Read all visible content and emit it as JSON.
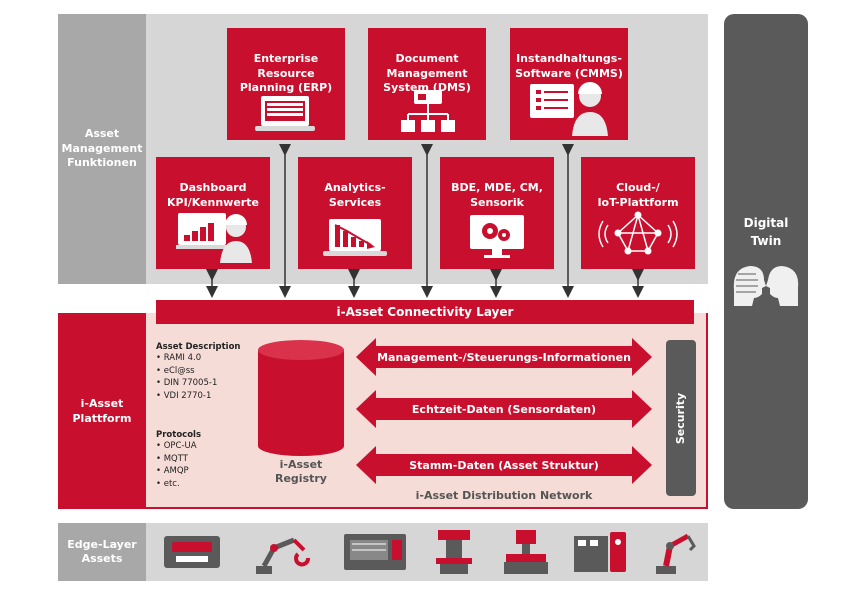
{
  "asset_management": {
    "label": "Asset\nManagement\nFunktionen",
    "top_row": [
      {
        "label": "Enterprise\nResource\nPlanning (ERP)",
        "icon": "laptop-table-icon"
      },
      {
        "label": "Document\nManagement\nSystem (DMS)",
        "icon": "document-tree-icon"
      },
      {
        "label": "Instandhaltungs-\nSoftware (CMMS)",
        "icon": "technician-checklist-icon"
      }
    ],
    "middle_row": [
      {
        "label": "Dashboard\nKPI/Kennwerte",
        "icon": "dashboard-technician-icon"
      },
      {
        "label": "Analytics-\nServices",
        "icon": "analytics-chart-icon"
      },
      {
        "label": "BDE, MDE, CM,\nSensorik",
        "icon": "monitor-gears-icon"
      },
      {
        "label": "Cloud-/\nIoT-Plattform",
        "icon": "iot-network-icon"
      }
    ]
  },
  "connectivity_layer": "i-Asset Connectivity Layer",
  "platform": {
    "label": "i-Asset\nPlattform",
    "asset_description": {
      "title": "Asset Description",
      "items": [
        "RAMI 4.0",
        "eCl@ss",
        "DIN 77005-1",
        "VDI 2770-1"
      ]
    },
    "protocols": {
      "title": "Protocols",
      "items": [
        "OPC-UA",
        "MQTT",
        "AMQP",
        "etc."
      ]
    },
    "registry": "i-Asset\nRegistry",
    "flows": [
      "Management-/Steuerungs-Informationen",
      "Echtzeit-Daten (Sensordaten)",
      "Stamm-Daten (Asset Struktur)"
    ],
    "distribution_network": "i-Asset Distribution Network",
    "security": "Security"
  },
  "digital_twin": "Digital\nTwin",
  "edge": {
    "label": "Edge-Layer\nAssets",
    "icons": [
      "control-unit-icon",
      "robot-arm-icon",
      "cnc-machine-icon",
      "press-machine-icon",
      "milling-machine-icon",
      "control-cabinet-icon",
      "industrial-robot-icon"
    ]
  },
  "colors": {
    "red": "#c8102e",
    "gray": "#d6d6d6",
    "dark": "#5a5a5a"
  }
}
